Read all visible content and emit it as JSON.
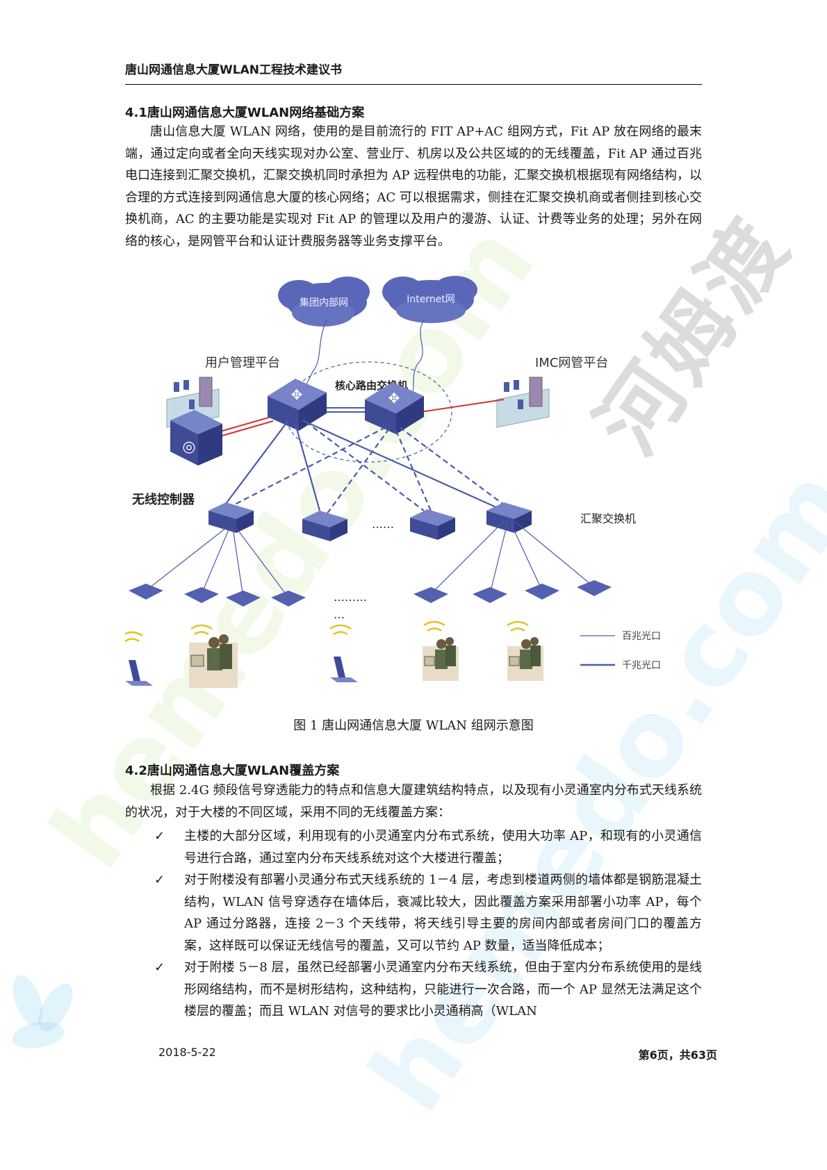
{
  "header": {
    "title": "唐山网通信息大厦WLAN工程技术建议书"
  },
  "section1": {
    "heading": "4.1唐山网通信息大厦WLAN网络基础方案",
    "paragraph": "唐山信息大厦 WLAN 网络，使用的是目前流行的 FIT AP+AC 组网方式，Fit AP 放在网络的最末端，通过定向或者全向天线实现对办公室、营业厅、机房以及公共区域的的无线覆盖，Fit AP 通过百兆电口连接到汇聚交换机，汇聚交换机同时承担为 AP 远程供电的功能，汇聚交换机根据现有网络结构，以合理的方式连接到网通信息大厦的核心网络；AC 可以根据需求，侧挂在汇聚交换机商或者侧挂到核心交换机商，AC 的主要功能是实现对 Fit AP 的管理以及用户的漫游、认证、计费等业务的处理；另外在网络的核心，是网管平台和认证计费服务器等业务支撑平台。"
  },
  "diagram": {
    "cloud_left": "集团内部网",
    "cloud_right": "Internet网",
    "user_platform": "用户管理平台",
    "imc_platform": "IMC网管平台",
    "core_router": "核心路由交换机",
    "wireless_controller": "无线控制器",
    "aggregation_switch": "汇聚交换机",
    "dots_switch": "……",
    "dots_ap": "………",
    "dots_ap2": "…",
    "legend_100m": "百兆光口",
    "legend_1000m": "千兆光口",
    "colors": {
      "blue": "#4a5aa8",
      "red": "#d43030",
      "device": "#5461b0"
    }
  },
  "figure_caption": "图 1  唐山网通信息大厦 WLAN 组网示意图",
  "section2": {
    "heading": "4.2唐山网通信息大厦WLAN覆盖方案",
    "paragraph": "根据 2.4G 频段信号穿透能力的特点和信息大厦建筑结构特点，以及现有小灵通室内分布式天线系统的状况，对于大楼的不同区域，采用不同的无线覆盖方案：",
    "bullets": [
      "主楼的大部分区域，利用现有的小灵通室内分布式系统，使用大功率 AP，和现有的小灵通信号进行合路，通过室内分布天线系统对这个大楼进行覆盖；",
      "对于附楼没有部署小灵通分布式天线系统的 1－4 层，考虑到楼道两侧的墙体都是钢筋混凝土结构，WLAN 信号穿透存在墙体后，衰减比较大，因此覆盖方案采用部署小功率 AP，每个 AP 通过分路器，连接 2－3 个天线带，将天线引导主要的房间内部或者房间门口的覆盖方案，这样既可以保证无线信号的覆盖，又可以节约 AP 数量，适当降低成本；",
      "对于附楼 5－8 层，虽然已经部署小灵通室内分布天线系统，但由于室内分布系统使用的是线形网络结构，而不是树形结构，这种结构，只能进行一次合路，而一个 AP 显然无法满足这个楼层的覆盖；而且 WLAN 对信号的要求比小灵通稍高（WLAN"
    ],
    "bullet_mark": "✓"
  },
  "footer": {
    "date": "2018-5-22",
    "page": "第6页，共63页"
  },
  "watermarks": [
    "河姆渡",
    "hemedo.com",
    "hemedo.com"
  ]
}
